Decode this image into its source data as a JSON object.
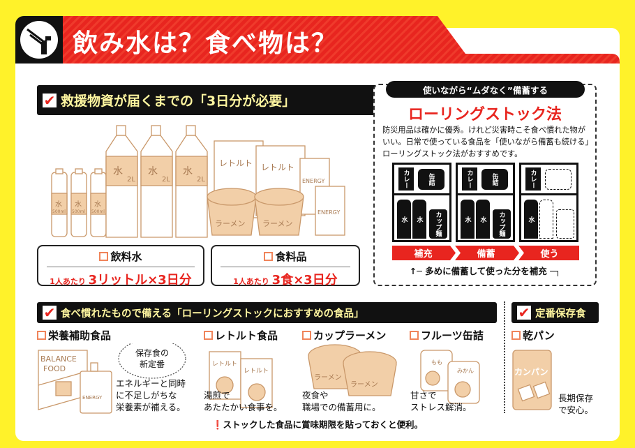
{
  "header": {
    "title": "飲み水は？食べ物は？",
    "icon": "water-faucet-icon"
  },
  "colors": {
    "background": "#fff22a",
    "accent": "#e8251f",
    "illustration": "#f2cfa8",
    "bar_text": "#fff6a0"
  },
  "section1": {
    "title": "救援物資が届くまでの「3日分が必要」",
    "illustration_labels": {
      "water": "水",
      "size_2l": "2L",
      "size_500": "500ml",
      "retort": "レトルト",
      "energy": "ENERGY",
      "ramen": "ラーメン"
    },
    "water": {
      "label": "飲料水",
      "prefix": "1人あたり",
      "amount": "3リットル×3日分"
    },
    "food": {
      "label": "食料品",
      "prefix": "1人あたり",
      "amount": "3食×3日分"
    }
  },
  "rolling": {
    "pill": "使いながら“ムダなく”備蓄する",
    "title": "ローリングストック法",
    "text": [
      "防災用品は確かに優秀。けれど災害時こそ食べ慣れた物が",
      "いい。日常で使っている食品を「使いながら備蓄も続ける」",
      "ローリングストック法がおすすめです。"
    ],
    "shelf_labels": {
      "curry": "カレー",
      "can": "缶詰",
      "water": "水",
      "cup": "カップ麺"
    },
    "steps": [
      "補充",
      "備蓄",
      "使う"
    ],
    "note": "多めに備蓄して使った分を補充"
  },
  "section2": {
    "title": "食べ慣れたもので備える「ローリングストックにおすすめの食品」",
    "items": [
      {
        "label": "栄養補助食品",
        "desc": [
          "エネルギーと同時",
          "に不足しがちな",
          "栄養素が補える。"
        ],
        "bubble": [
          "保存食の",
          "新定番"
        ],
        "art": [
          "BALANCE",
          "FOOD",
          "ENERGY"
        ]
      },
      {
        "label": "レトルト食品",
        "desc": [
          "湯煎で",
          "あたたかい食事を。"
        ],
        "art": [
          "レトルト"
        ]
      },
      {
        "label": "カップラーメン",
        "desc": [
          "夜食や",
          "職場での備蓄用に。"
        ],
        "art": [
          "ラーメン"
        ]
      },
      {
        "label": "フルーツ缶詰",
        "desc": [
          "甘さで",
          "ストレス解消。"
        ],
        "art": [
          "もも",
          "みかん"
        ]
      }
    ]
  },
  "section3": {
    "title": "定番保存食",
    "item": {
      "label": "乾パン",
      "desc": [
        "長期保存",
        "で安心。"
      ],
      "art": "カンパン"
    }
  },
  "footnote": "ストックした食品に賞味期限を貼っておくと便利。"
}
